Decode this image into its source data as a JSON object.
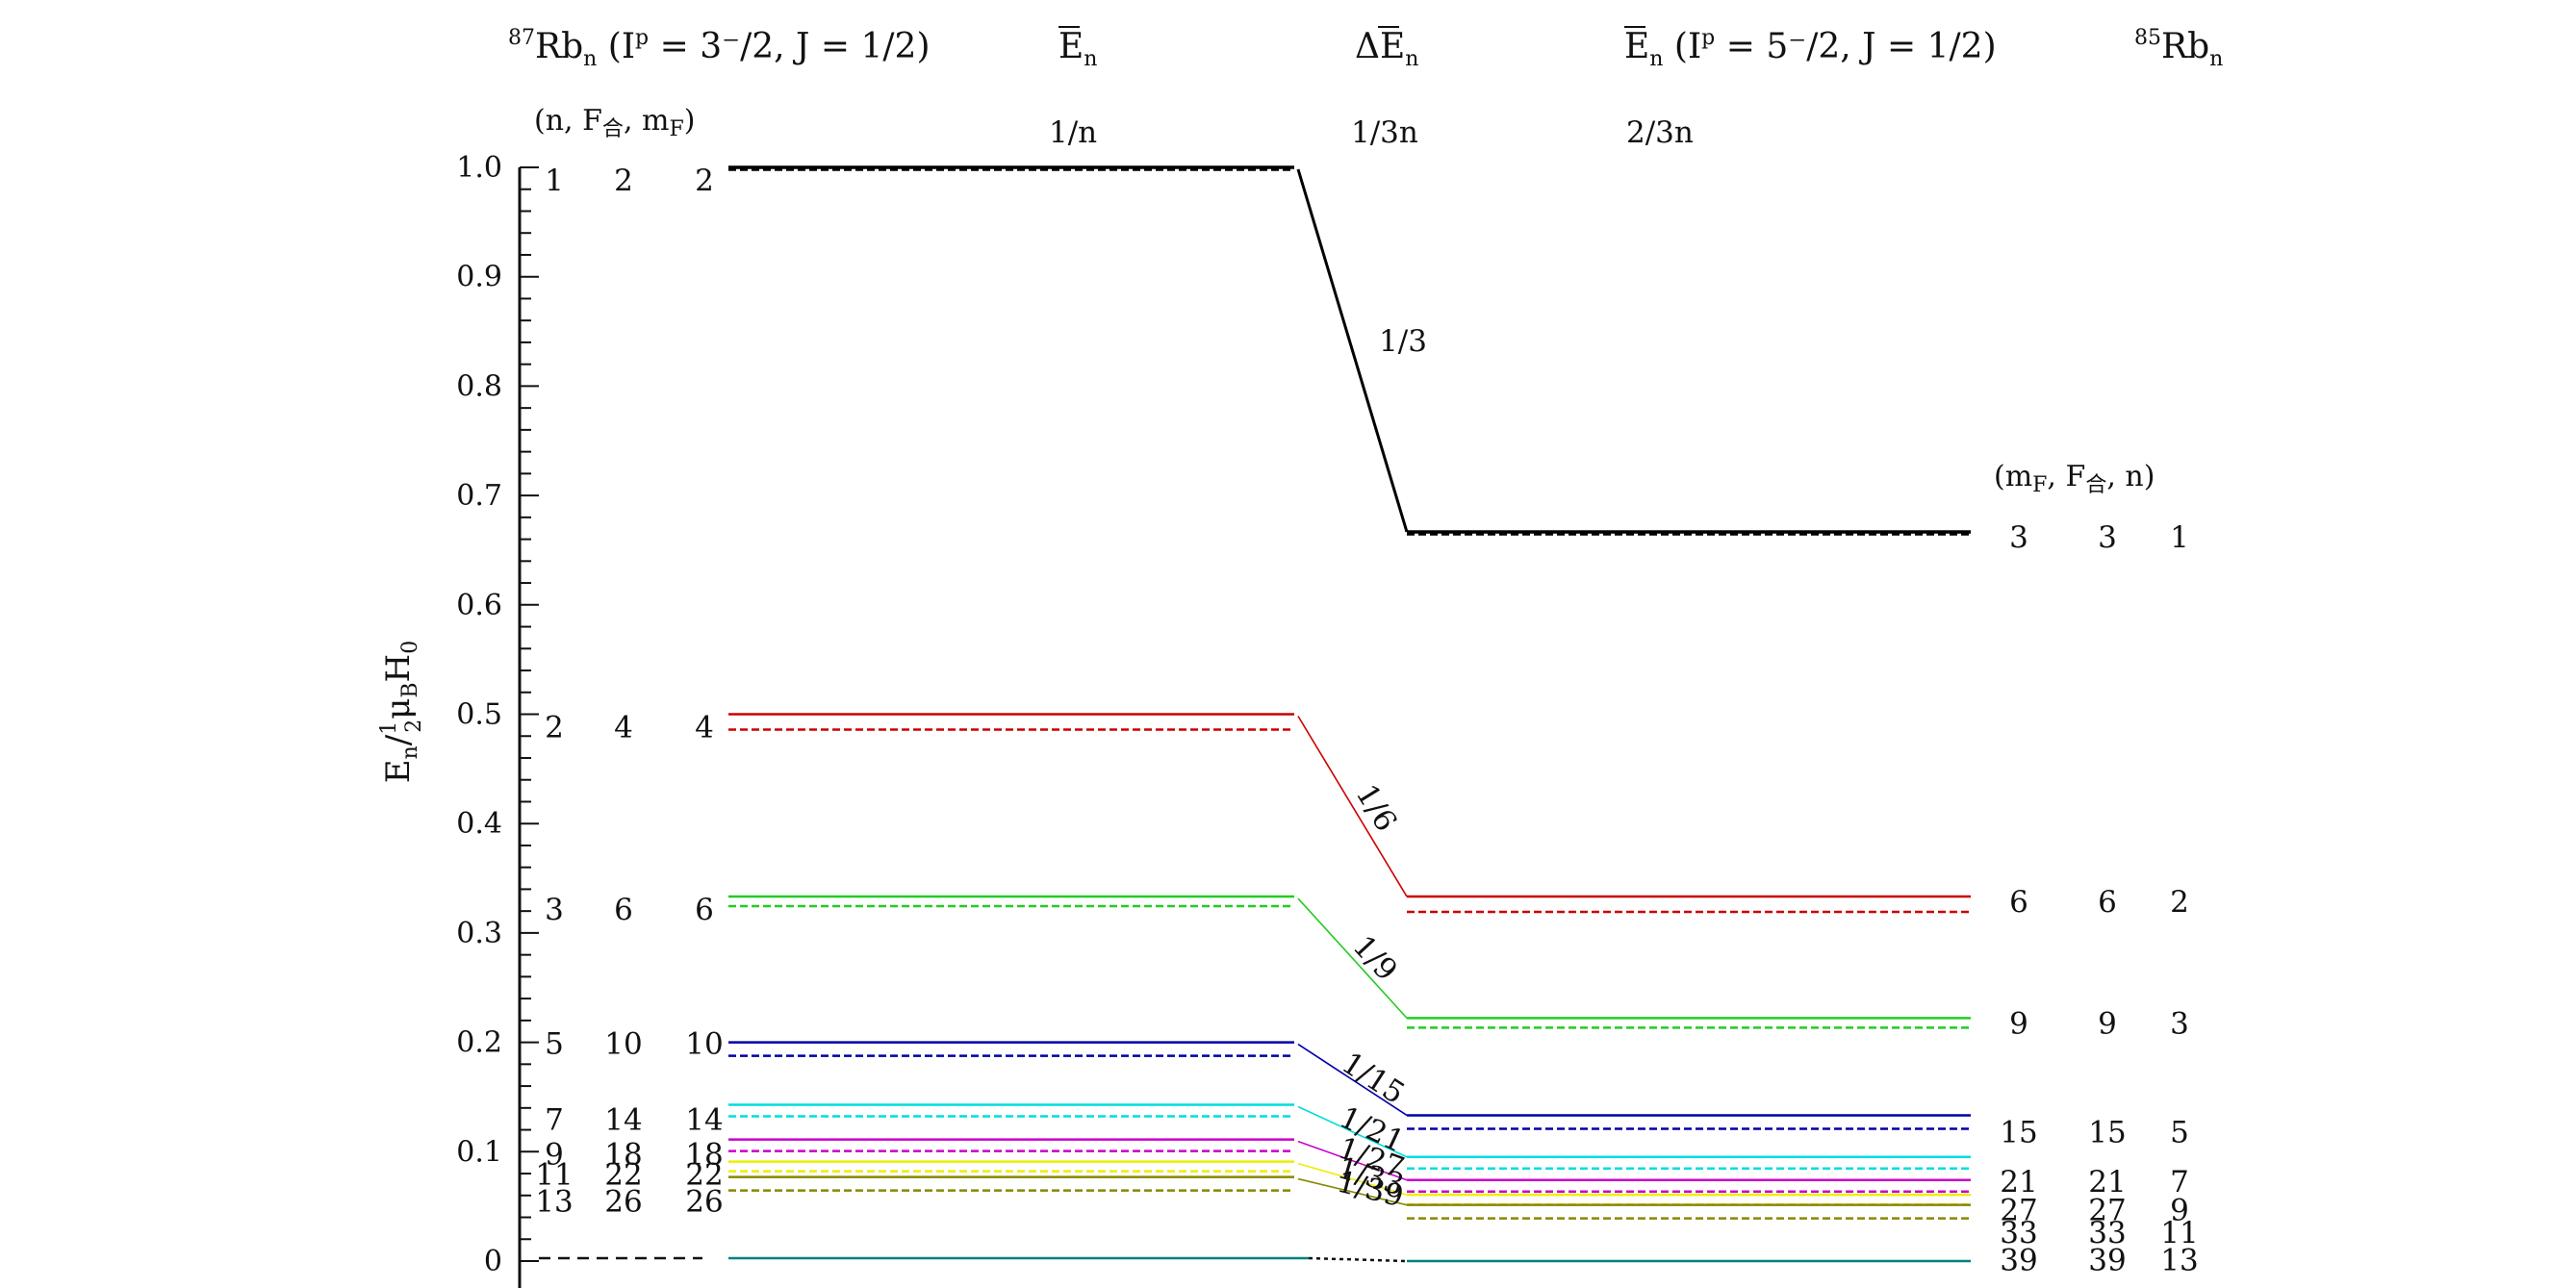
{
  "headers": {
    "left_rb": "Rb",
    "left_mass": "87",
    "left_n_sub": "n",
    "left_state": "(I",
    "left_state_sup": "p",
    "left_state_rest": " = 3⁻/2,  J = 1/2)",
    "col_En": "E",
    "col_dEn": "ΔE",
    "right_En": "E",
    "right_state": "(I",
    "right_state_sup": "p",
    "right_state_rest": " = 5⁻/2,  J = 1/2)",
    "right_rb": "Rb",
    "right_mass": "85",
    "right_n_sub": "n",
    "left_cols": "(n,  F",
    "left_cols_sub": "合",
    "left_cols_end": ",  m",
    "left_cols_sub2": "F",
    "left_cols_close": ")",
    "right_cols": "(m",
    "right_cols_sub": "F",
    "right_cols_mid": ",  F",
    "right_cols_sub2": "合",
    "right_cols_end": ",  n)",
    "formula_left": "1/n",
    "formula_mid": "1/3n",
    "formula_right": "2/3n"
  },
  "y_axis": {
    "label": "E",
    "label_rest": "/",
    "label_frac_num": "1",
    "label_frac_den": "2",
    "label_tail": "μ",
    "label_tail_sub": "B",
    "label_tail2": "H",
    "label_tail2_sub": "0",
    "ticks": [
      {
        "v": 1.0,
        "label": "1.0"
      },
      {
        "v": 0.9,
        "label": "0.9"
      },
      {
        "v": 0.8,
        "label": "0.8"
      },
      {
        "v": 0.7,
        "label": "0.7"
      },
      {
        "v": 0.6,
        "label": "0.6"
      },
      {
        "v": 0.5,
        "label": "0.5"
      },
      {
        "v": 0.4,
        "label": "0.4"
      },
      {
        "v": 0.3,
        "label": "0.3"
      },
      {
        "v": 0.2,
        "label": "0.2"
      },
      {
        "v": 0.1,
        "label": "0.1"
      },
      {
        "v": 0.0,
        "label": "0"
      }
    ],
    "ylim": [
      0,
      1.0
    ]
  },
  "levels": [
    {
      "n": "1",
      "F": "2",
      "mF": "2",
      "left": 1.0,
      "right": 0.6667,
      "slope": "1/3",
      "rmF": "3",
      "rF": "3",
      "rn": "1",
      "color": "#000000"
    },
    {
      "n": "2",
      "F": "4",
      "mF": "4",
      "left": 0.5,
      "right": 0.3333,
      "slope": "1/6",
      "rmF": "6",
      "rF": "6",
      "rn": "2",
      "color": "#cc0000"
    },
    {
      "n": "3",
      "F": "6",
      "mF": "6",
      "left": 0.3333,
      "right": 0.2222,
      "slope": "1/9",
      "rmF": "9",
      "rF": "9",
      "rn": "3",
      "color": "#22cc22"
    },
    {
      "n": "5",
      "F": "10",
      "mF": "10",
      "left": 0.2,
      "right": 0.1333,
      "slope": "1/15",
      "rmF": "15",
      "rF": "15",
      "rn": "5",
      "color": "#0000aa"
    },
    {
      "n": "7",
      "F": "14",
      "mF": "14",
      "left": 0.1429,
      "right": 0.0952,
      "slope": "1/21",
      "rmF": "21",
      "rF": "21",
      "rn": "7",
      "color": "#00dddd"
    },
    {
      "n": "9",
      "F": "18",
      "mF": "18",
      "left": 0.1111,
      "right": 0.0741,
      "slope": "1/27",
      "rmF": "27",
      "rF": "27",
      "rn": "9",
      "color": "#cc00cc"
    },
    {
      "n": "11",
      "F": "22",
      "mF": "22",
      "left": 0.0909,
      "right": 0.0606,
      "slope": "1/33",
      "rmF": "33",
      "rF": "33",
      "rn": "11",
      "color": "#eeee00"
    },
    {
      "n": "13",
      "F": "26",
      "mF": "26",
      "left": 0.0769,
      "right": 0.0513,
      "slope": "1/39",
      "rmF": "39",
      "rF": "39",
      "rn": "13",
      "color": "#888800"
    }
  ],
  "ground": {
    "value": 0,
    "color": "#008080"
  }
}
